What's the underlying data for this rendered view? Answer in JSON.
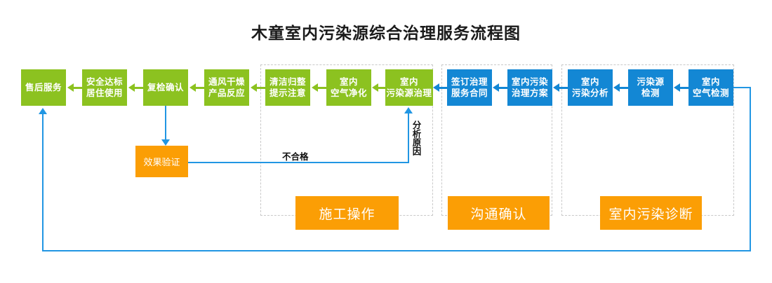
{
  "page": {
    "title": "木童室内污染源综合治理服务流程图",
    "background": "#ffffff"
  },
  "colors": {
    "green": "#8CC220",
    "blue": "#1387D4",
    "orange": "#FB9E05",
    "connector_blue": "#2196E3",
    "group_border": "#c9c9c9",
    "title_text": "#1a1a1a"
  },
  "flow": {
    "nodes": [
      {
        "id": "after-sales-service",
        "label": "售后服务",
        "color": "green"
      },
      {
        "id": "safety-standard-living",
        "label": "安全达标\n居住使用",
        "color": "green"
      },
      {
        "id": "recheck-confirm",
        "label": "复检确认",
        "color": "green"
      },
      {
        "id": "ventilate-dry-react",
        "label": "通风干燥\n产品反应",
        "color": "green"
      },
      {
        "id": "clean-tidy-notice",
        "label": "清洁归整\n提示注意",
        "color": "green"
      },
      {
        "id": "indoor-air-purify",
        "label": "室内\n空气净化",
        "color": "green"
      },
      {
        "id": "indoor-pollution-treat",
        "label": "室内\n污染源治理",
        "color": "green"
      },
      {
        "id": "sign-service-contract",
        "label": "签订治理\n服务合同",
        "color": "blue"
      },
      {
        "id": "indoor-pollution-plan",
        "label": "室内污染\n治理方案",
        "color": "blue"
      },
      {
        "id": "indoor-pollution-analyze",
        "label": "室内\n污染分析",
        "color": "blue"
      },
      {
        "id": "pollution-source-test",
        "label": "污染源\n检测",
        "color": "blue"
      },
      {
        "id": "indoor-air-test",
        "label": "室内\n空气检测",
        "color": "blue"
      }
    ]
  },
  "effect_validation": {
    "label": "效果验证"
  },
  "edge_labels": {
    "fail": "不合格",
    "analyze_cause": "分析原因"
  },
  "phases": [
    {
      "id": "construction-operation",
      "label": "施工操作"
    },
    {
      "id": "communication-confirm",
      "label": "沟通确认"
    },
    {
      "id": "indoor-pollution-diagnosis",
      "label": "室内污染诊断"
    }
  ]
}
